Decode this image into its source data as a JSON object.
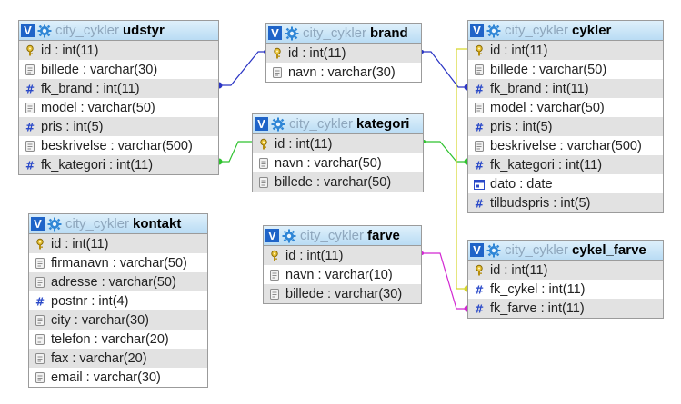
{
  "colors": {
    "brand_link": "#2b35c4",
    "kategori_link": "#2fc22f",
    "farve_link": "#d226d2",
    "cykel_link": "#d6d62a",
    "header_gradient_top": "#dff0fb",
    "header_gradient_bottom": "#b9dcf4",
    "db_name_text": "#8fa7bd"
  },
  "tables": [
    {
      "key": "udstyr",
      "db": "city_cykler",
      "name": "udstyr",
      "columns": [
        {
          "text": "id : int(11)",
          "icon": "primary-key-icon"
        },
        {
          "text": "billede : varchar(30)",
          "icon": "text-column-icon"
        },
        {
          "text": "fk_brand : int(11)",
          "icon": "numeric-column-icon"
        },
        {
          "text": "model : varchar(50)",
          "icon": "text-column-icon"
        },
        {
          "text": "pris : int(5)",
          "icon": "numeric-column-icon"
        },
        {
          "text": "beskrivelse : varchar(500)",
          "icon": "text-column-icon"
        },
        {
          "text": "fk_kategori : int(11)",
          "icon": "numeric-column-icon"
        }
      ]
    },
    {
      "key": "brand",
      "db": "city_cykler",
      "name": "brand",
      "columns": [
        {
          "text": "id : int(11)",
          "icon": "primary-key-icon"
        },
        {
          "text": "navn : varchar(30)",
          "icon": "text-column-icon"
        }
      ]
    },
    {
      "key": "cykler",
      "db": "city_cykler",
      "name": "cykler",
      "columns": [
        {
          "text": "id : int(11)",
          "icon": "primary-key-icon"
        },
        {
          "text": "billede : varchar(50)",
          "icon": "text-column-icon"
        },
        {
          "text": "fk_brand : int(11)",
          "icon": "numeric-column-icon"
        },
        {
          "text": "model : varchar(50)",
          "icon": "text-column-icon"
        },
        {
          "text": "pris : int(5)",
          "icon": "numeric-column-icon"
        },
        {
          "text": "beskrivelse : varchar(500)",
          "icon": "text-column-icon"
        },
        {
          "text": "fk_kategori : int(11)",
          "icon": "numeric-column-icon"
        },
        {
          "text": "dato : date",
          "icon": "date-column-icon"
        },
        {
          "text": "tilbudspris : int(5)",
          "icon": "numeric-column-icon"
        }
      ]
    },
    {
      "key": "kategori",
      "db": "city_cykler",
      "name": "kategori",
      "columns": [
        {
          "text": "id : int(11)",
          "icon": "primary-key-icon"
        },
        {
          "text": "navn : varchar(50)",
          "icon": "text-column-icon"
        },
        {
          "text": "billede : varchar(50)",
          "icon": "text-column-icon"
        }
      ]
    },
    {
      "key": "kontakt",
      "db": "city_cykler",
      "name": "kontakt",
      "columns": [
        {
          "text": "id : int(11)",
          "icon": "primary-key-icon"
        },
        {
          "text": "firmanavn : varchar(50)",
          "icon": "text-column-icon"
        },
        {
          "text": "adresse : varchar(50)",
          "icon": "text-column-icon"
        },
        {
          "text": "postnr : int(4)",
          "icon": "numeric-column-icon"
        },
        {
          "text": "city : varchar(30)",
          "icon": "text-column-icon"
        },
        {
          "text": "telefon : varchar(20)",
          "icon": "text-column-icon"
        },
        {
          "text": "fax : varchar(20)",
          "icon": "text-column-icon"
        },
        {
          "text": "email : varchar(30)",
          "icon": "text-column-icon"
        }
      ]
    },
    {
      "key": "farve",
      "db": "city_cykler",
      "name": "farve",
      "columns": [
        {
          "text": "id : int(11)",
          "icon": "primary-key-icon"
        },
        {
          "text": "navn : varchar(10)",
          "icon": "text-column-icon"
        },
        {
          "text": "billede : varchar(30)",
          "icon": "text-column-icon"
        }
      ]
    },
    {
      "key": "cykel_farve",
      "db": "city_cykler",
      "name": "cykel_farve",
      "columns": [
        {
          "text": "id : int(11)",
          "icon": "primary-key-icon"
        },
        {
          "text": "fk_cykel : int(11)",
          "icon": "numeric-column-icon"
        },
        {
          "text": "fk_farve : int(11)",
          "icon": "numeric-column-icon"
        }
      ]
    }
  ],
  "relations": [
    {
      "from": "udstyr.fk_brand",
      "to": "brand.id",
      "color": "#2b35c4"
    },
    {
      "from": "cykler.fk_brand",
      "to": "brand.id",
      "color": "#2b35c4"
    },
    {
      "from": "udstyr.fk_kategori",
      "to": "kategori.id",
      "color": "#2fc22f"
    },
    {
      "from": "cykler.fk_kategori",
      "to": "kategori.id",
      "color": "#2fc22f"
    },
    {
      "from": "cykel_farve.fk_farve",
      "to": "farve.id",
      "color": "#d226d2"
    },
    {
      "from": "cykel_farve.fk_cykel",
      "to": "cykler.id",
      "color": "#d6d62a"
    }
  ]
}
